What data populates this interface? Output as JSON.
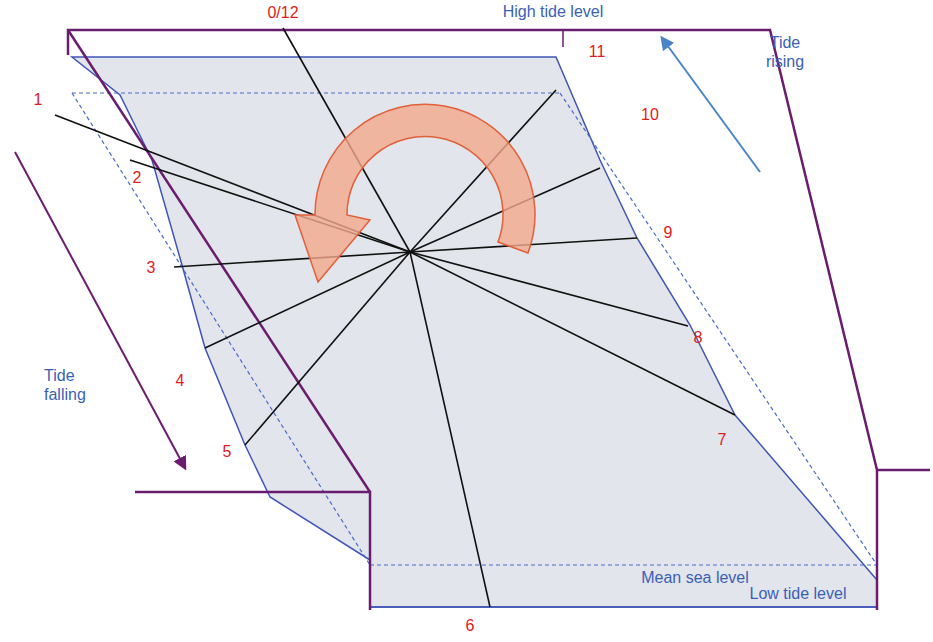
{
  "diagram": {
    "labels": [
      "0/12",
      "High tide level",
      "11",
      "Tide rising",
      "10",
      "1",
      "2",
      "9",
      "3",
      "4",
      "8",
      "Tide falling",
      "5",
      "7",
      "Mean sea level",
      "Low tide level",
      "6"
    ]
  }
}
